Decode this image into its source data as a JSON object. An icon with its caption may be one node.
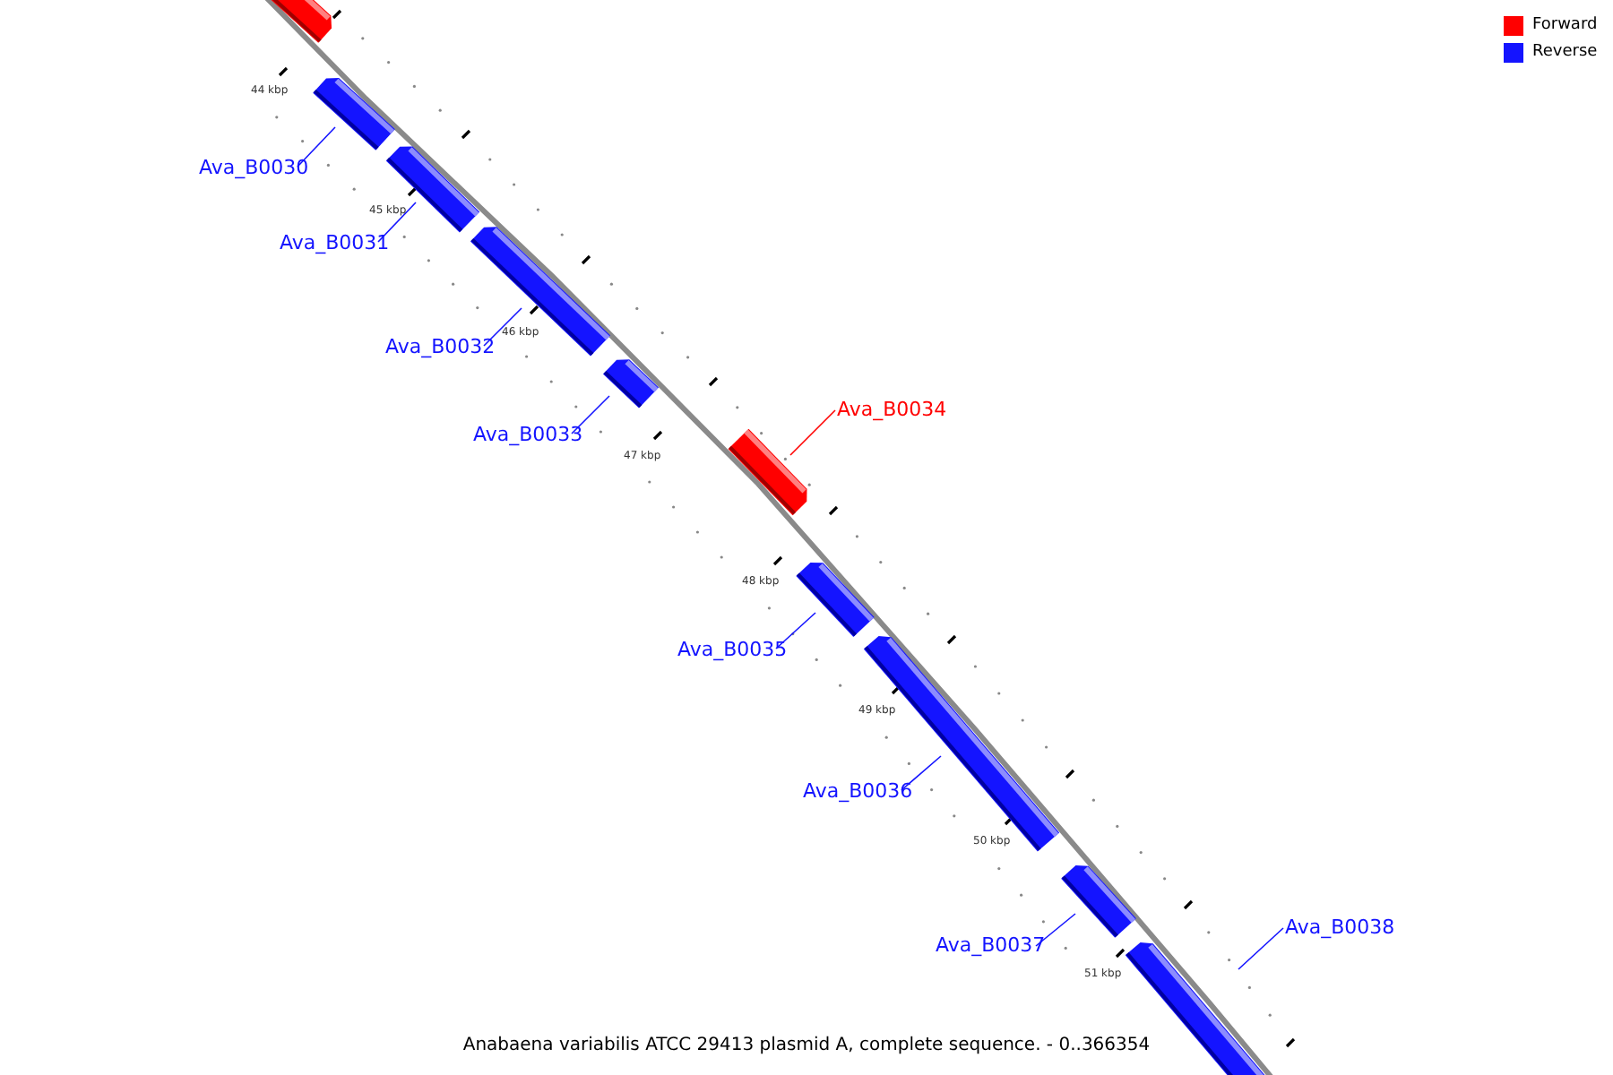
{
  "diagram": {
    "caption": "Anabaena variabilis ATCC 29413 plasmid A, complete sequence. - 0..366354",
    "nodes": [
      {
        "text": [],
        "shape": "bar"
      },
      {
        "text": [],
        "shape": "bar"
      },
      {
        "text": [],
        "shape": "bar"
      },
      {
        "text": [],
        "shape": "bar"
      },
      {
        "text": [],
        "shape": "bar"
      },
      {
        "text": [],
        "shape": "bar"
      },
      {
        "text": [],
        "shape": "bar"
      },
      {
        "text": [],
        "shape": "bar"
      },
      {
        "text": [],
        "shape": "bar"
      },
      {
        "text": [],
        "shape": "bar"
      },
      {
        "text": [
          "Ava_B0030"
        ]
      },
      {
        "text": [
          "Ava_B0031"
        ]
      },
      {
        "text": [
          "Ava_B0032"
        ]
      },
      {
        "text": [
          "Ava_B0033"
        ]
      },
      {
        "text": [
          "Ava_B0034"
        ]
      },
      {
        "text": [
          "Ava_B0035"
        ]
      },
      {
        "text": [
          "Ava_B0036"
        ]
      },
      {
        "text": [
          "Ava_B0037"
        ]
      },
      {
        "text": [
          "Ava_B0038"
        ]
      }
    ],
    "edges": [
      {
        "from": 10,
        "to": 1,
        "arrow": "none"
      },
      {
        "from": 11,
        "to": 2,
        "arrow": "none"
      },
      {
        "from": 12,
        "to": 3,
        "arrow": "none"
      },
      {
        "from": 13,
        "to": 4,
        "arrow": "none"
      },
      {
        "from": 14,
        "to": 5,
        "arrow": "none",
        "color": "#ff0000"
      },
      {
        "from": 15,
        "to": 6,
        "arrow": "none"
      },
      {
        "from": 16,
        "to": 7,
        "arrow": "none"
      },
      {
        "from": 17,
        "to": 8,
        "arrow": "none"
      },
      {
        "from": 18,
        "to": 9,
        "arrow": "none"
      }
    ],
    "labels": [
      "44 kbp",
      "45 kbp",
      "46 kbp",
      "47 kbp",
      "48 kbp",
      "49 kbp",
      "50 kbp",
      "51 kbp"
    ],
    "legend": [
      {
        "text": "Forward",
        "color": "#ff0000"
      },
      {
        "text": "Reverse",
        "color": "#1414ff"
      }
    ]
  }
}
